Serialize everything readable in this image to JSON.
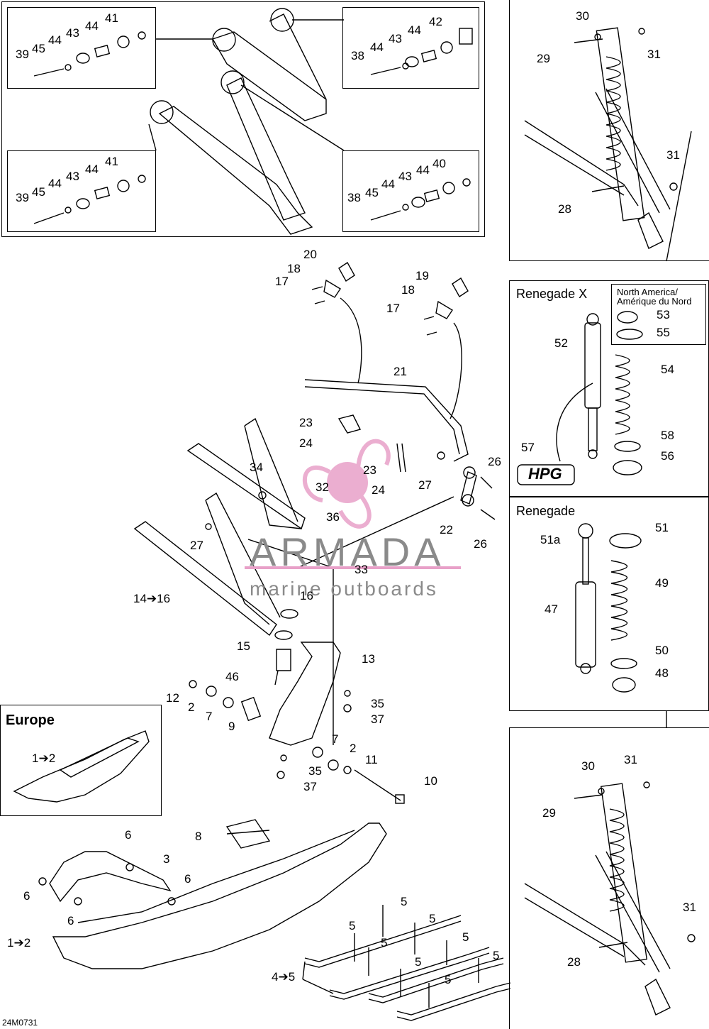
{
  "diagram_code": "24M0731",
  "watermark": {
    "brand": "ARMADA",
    "tagline": "marine outboards",
    "accent_color": "#e8a0c8"
  },
  "panels": {
    "europe_title": "Europe",
    "renegade_x_title": "Renegade X",
    "renegade_title": "Renegade",
    "north_america_line1": "North America/",
    "north_america_line2": "Amérique du Nord",
    "hpg_logo_text": "HPG"
  },
  "callouts": {
    "c1_2a": "1➔2",
    "c1_2b": "1➔2",
    "c2a": "2",
    "c2b": "2",
    "c3": "3",
    "c4_5": "4➔5",
    "c5a": "5",
    "c5b": "5",
    "c5c": "5",
    "c5d": "5",
    "c5e": "5",
    "c5f": "5",
    "c5g": "5",
    "c5h": "5",
    "c6a": "6",
    "c6b": "6",
    "c6c": "6",
    "c6d": "6",
    "c7a": "7",
    "c7b": "7",
    "c8": "8",
    "c9": "9",
    "c10": "10",
    "c11": "11",
    "c12": "12",
    "c13": "13",
    "c14_16": "14➔16",
    "c15": "15",
    "c16": "16",
    "c17a": "17",
    "c17b": "17",
    "c18a": "18",
    "c18b": "18",
    "c19": "19",
    "c20": "20",
    "c21": "21",
    "c22": "22",
    "c23a": "23",
    "c23b": "23",
    "c24a": "24",
    "c24b": "24",
    "c26a": "26",
    "c26b": "26",
    "c27a": "27",
    "c27b": "27",
    "c28a": "28",
    "c28b": "28",
    "c29a": "29",
    "c29b": "29",
    "c30a": "30",
    "c30b": "30",
    "c31a": "31",
    "c31b": "31",
    "c31c": "31",
    "c31d": "31",
    "c32": "32",
    "c33": "33",
    "c34": "34",
    "c35a": "35",
    "c35b": "35",
    "c36": "36",
    "c37a": "37",
    "c37b": "37",
    "c38a": "38",
    "c38b": "38",
    "c39a": "39",
    "c39b": "39",
    "c40": "40",
    "c41a": "41",
    "c41b": "41",
    "c42": "42",
    "c43a": "43",
    "c43b": "43",
    "c43c": "43",
    "c43d": "43",
    "c44a": "44",
    "c44b": "44",
    "c44c": "44",
    "c44d": "44",
    "c44e": "44",
    "c44f": "44",
    "c44g": "44",
    "c44h": "44",
    "c45a": "45",
    "c45b": "45",
    "c45c": "45",
    "c46": "46",
    "c47": "47",
    "c48": "48",
    "c49": "49",
    "c50": "50",
    "c51": "51",
    "c51a": "51a",
    "c52": "52",
    "c53": "53",
    "c54": "54",
    "c55": "55",
    "c56": "56",
    "c57": "57",
    "c58": "58"
  }
}
